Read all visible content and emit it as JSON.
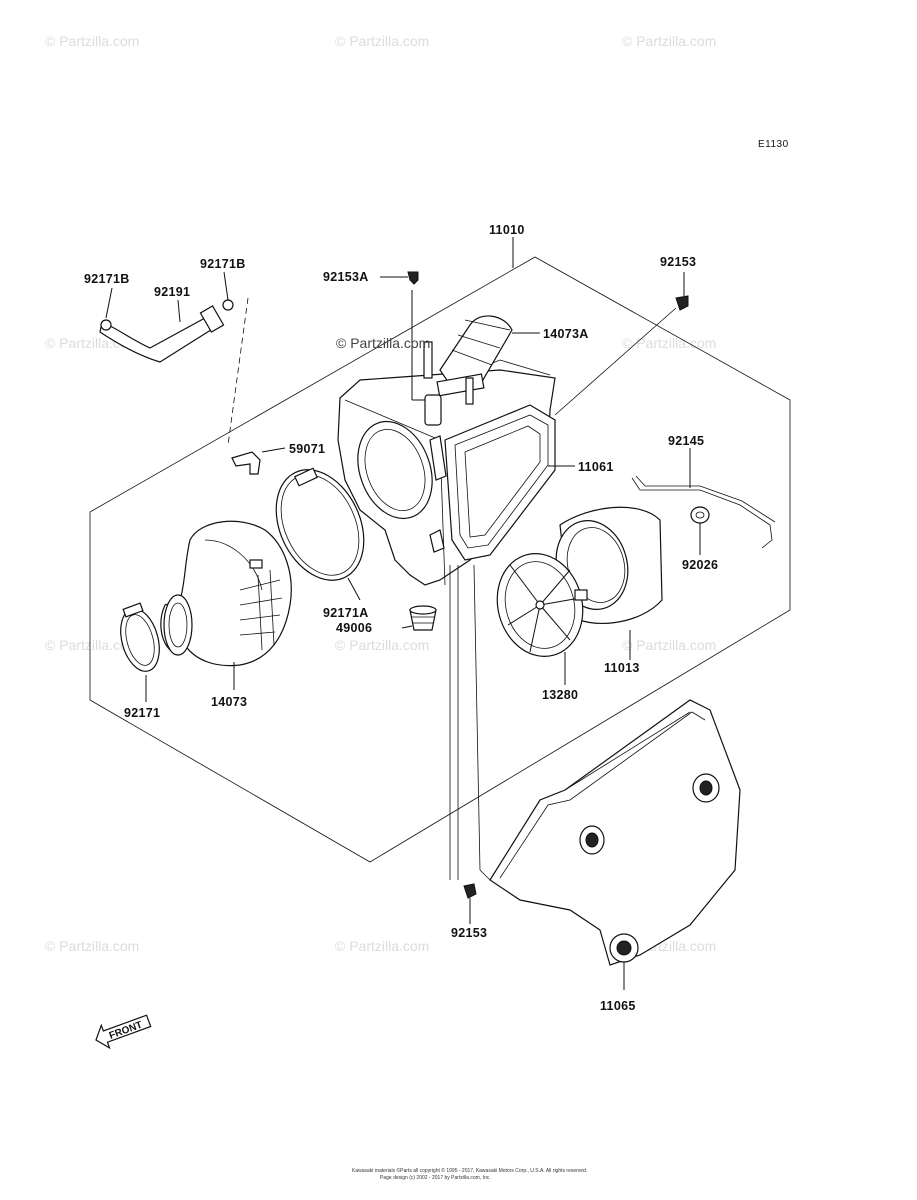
{
  "diagram_code": "E1130",
  "watermark_text": "© Partzilla.com",
  "inline_watermark": "© Partzilla.com",
  "front_label": "FRONT",
  "copyright": "Kawasaki materials ©Parts all copyright © 1995 - 2017, Kawasaki Motors Corp., U.S.A. All rights reserved.",
  "copyright2": "Page design (c) 2002 - 2017 by Partzilla.com, Inc.",
  "callouts": {
    "p11010": "11010",
    "p92171B_left": "92171B",
    "p92171B_right": "92171B",
    "p92191": "92191",
    "p92153A": "92153A",
    "p92153_top": "92153",
    "p14073A": "14073A",
    "p59071": "59071",
    "p11061": "11061",
    "p92145": "92145",
    "p92026": "92026",
    "p92171A": "92171A",
    "p49006": "49006",
    "p11013": "11013",
    "p13280": "13280",
    "p92171": "92171",
    "p14073": "14073",
    "p92153_bottom": "92153",
    "p11065": "11065"
  }
}
